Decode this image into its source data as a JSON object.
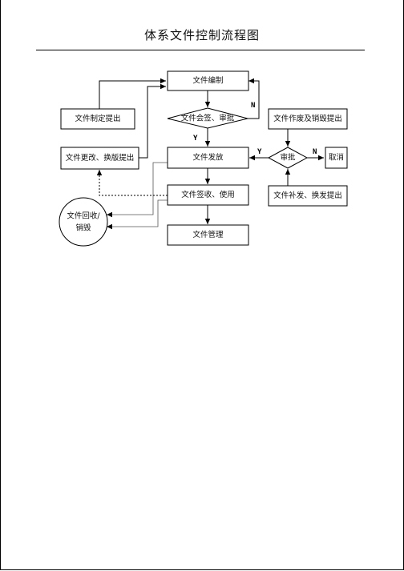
{
  "page": {
    "title": "体系文件控制流程图"
  },
  "nodes": {
    "compile": "文件编制",
    "propose": "文件制定提出",
    "review": "文件会签、审批",
    "obsolete_propose": "文件作废及销毁提出",
    "change_propose": "文件更改、换版提出",
    "issue": "文件发放",
    "approve": "审批",
    "cancel": "取消",
    "recall_line1": "文件回收/",
    "recall_line2": "销毁",
    "receive_use": "文件签收、使用",
    "reissue_propose": "文件补发、换发提出",
    "manage": "文件管理"
  },
  "edge_labels": {
    "review_no": "N",
    "review_yes": "Y",
    "approve_yes": "Y",
    "approve_no": "N"
  }
}
